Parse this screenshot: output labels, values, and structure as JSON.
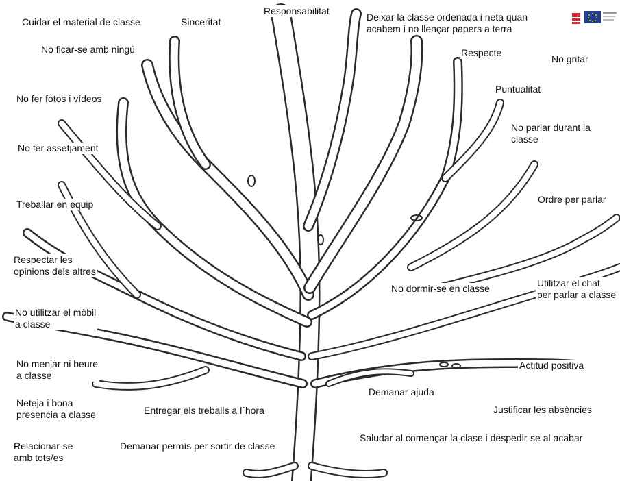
{
  "labels": {
    "cuidar_material": "Cuidar el material de classe",
    "sinceritat": "Sinceritat",
    "responsabilitat": "Responsabilitat",
    "deixar_classe": [
      "Deixar la classe ordenada i neta quan",
      "acabem i no llençar papers a terra"
    ],
    "no_ficar": "No ficar-se amb ningú",
    "respecte": "Respecte",
    "no_gritar": "No gritar",
    "puntualitat": "Puntualitat",
    "no_fotos": "No fer fotos i vídeos",
    "no_parlar": [
      "No parlar durant la",
      "classe"
    ],
    "no_assetjament": "No fer assetjament",
    "treballar_equip": "Treballar en equip",
    "ordre_parlar": "Ordre per parlar",
    "respectar_opinions": [
      "Respectar les",
      "opinions dels altres"
    ],
    "no_dormir": "No dormir-se en classe",
    "utilitzar_chat": [
      "Utilitzar el chat",
      "per parlar a classe"
    ],
    "no_mobil": [
      "No utilitzar el mòbil",
      "a classe"
    ],
    "no_menjar": [
      "No menjar ni beure",
      "a classe"
    ],
    "actitud_positiva": "Actitud positiva",
    "demanar_ajuda": "Demanar ajuda",
    "neteja": [
      "Neteja i bona",
      "presencia a classe"
    ],
    "entregar_treballs": "Entregar els treballs a l´hora",
    "justificar": "Justificar les absències",
    "saludar": "Saludar al començar la clase i despedir-se al acabar",
    "relacionar": [
      "Relacionar-se",
      "amb tots/es"
    ],
    "demanar_permis": "Demanar permís per sortir de classe"
  },
  "colors": {
    "stroke": "#2b2b2b",
    "text": "#111111",
    "eu_blue": "#1f3d8f",
    "eu_stars": "#f2c200",
    "logo_red": "#d6262b"
  },
  "icons": {
    "logo_left": "regional-logo-icon",
    "logo_right": "eu-flag-icon"
  }
}
